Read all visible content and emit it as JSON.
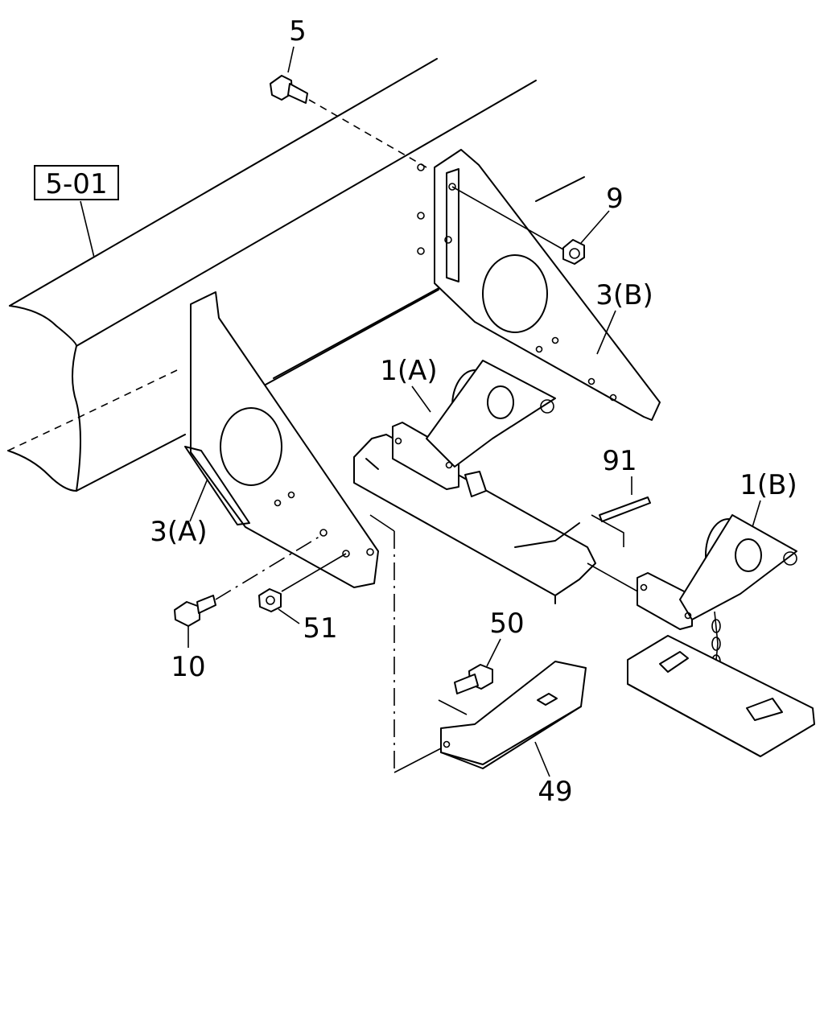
{
  "diagram": {
    "ref_box_label": "5-01",
    "callouts": {
      "c5": "5",
      "c9": "9",
      "c3B": "3(B)",
      "c1A": "1(A)",
      "c91": "91",
      "c1B": "1(B)",
      "c3A": "3(A)",
      "c10": "10",
      "c51": "51",
      "c50": "50",
      "c49": "49"
    }
  }
}
